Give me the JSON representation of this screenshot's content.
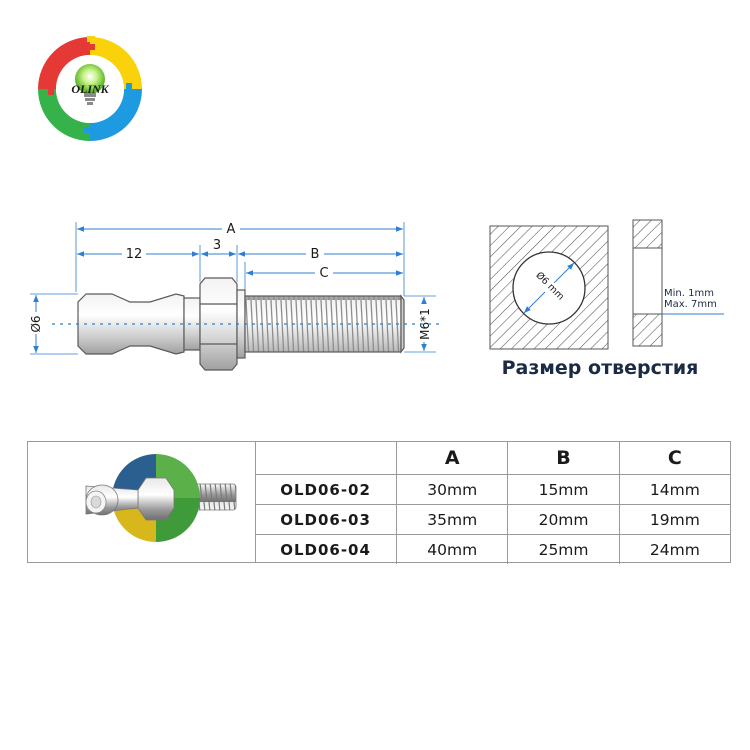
{
  "brand": {
    "name": "OLINK",
    "ring_colors": [
      "#e53935",
      "#f9d20b",
      "#1e9be0",
      "#35b34a"
    ]
  },
  "drawing": {
    "dim_A": "A",
    "dim_12": "12",
    "dim_3": "3",
    "dim_B": "B",
    "dim_C": "C",
    "dim_d6": "Ø6",
    "dim_thread": "M6*1",
    "hole_label": "Ø6 mm",
    "thickness_min": "Min. 1mm",
    "thickness_max": "Max. 7mm",
    "accent_color": "#2f7fd1"
  },
  "hole_caption": "Размер отверстия",
  "table": {
    "headers": [
      "",
      "A",
      "B",
      "C"
    ],
    "rows": [
      {
        "model": "OLD06-02",
        "a": "30mm",
        "b": "15mm",
        "c": "14mm"
      },
      {
        "model": "OLD06-03",
        "a": "35mm",
        "b": "20mm",
        "c": "19mm"
      },
      {
        "model": "OLD06-04",
        "a": "40mm",
        "b": "25mm",
        "c": "24mm"
      }
    ]
  }
}
